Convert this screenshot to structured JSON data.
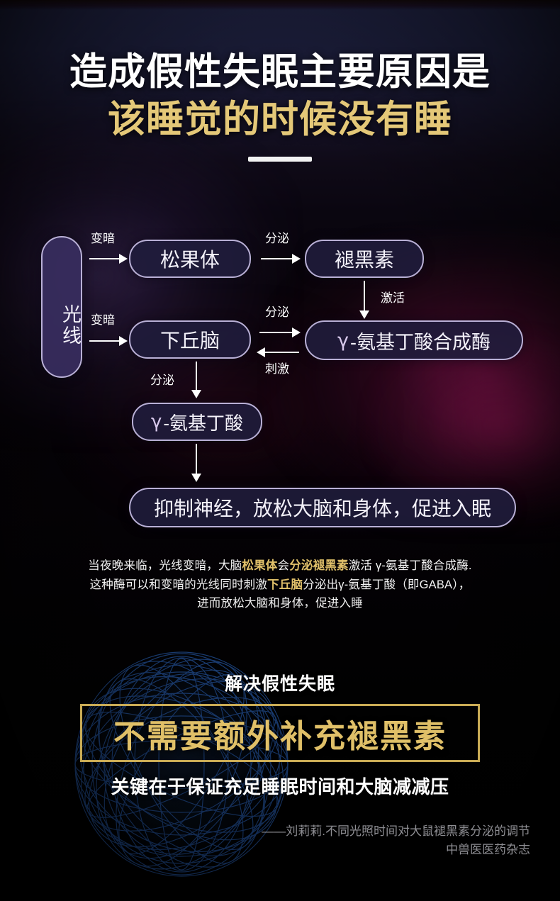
{
  "theme": {
    "accent_gold": "#e0c068",
    "gold_border": "#c9ab55",
    "title_white": "#ffffff",
    "node_border": "#b9b0d6",
    "node_fill": "#201c3c",
    "bg_top_navy": "#1e2140",
    "bg_magenta_glow": "#a81860",
    "bg_violet_glow": "#5c3e8a",
    "brain_wire": "#1b3f7a"
  },
  "title": {
    "line1": "造成假性失眠主要原因是",
    "line2": "该睡觉的时候没有睡"
  },
  "flowchart": {
    "nodes": {
      "light": "光线",
      "pineal": "松果体",
      "melatonin": "褪黑素",
      "hypothalamus": "下丘脑",
      "gaba_enzyme_gamma": "γ",
      "gaba_enzyme_rest": "-氨基丁酸合成酶",
      "gaba_gamma": "γ",
      "gaba_rest": "-氨基丁酸",
      "result": "抑制神经，放松大脑和身体，促进入眠"
    },
    "edge_labels": {
      "light_to_pineal": "变暗",
      "light_to_hypothalamus": "变暗",
      "pineal_to_melatonin": "分泌",
      "melatonin_to_enzyme": "激活",
      "hypothalamus_to_enzyme": "分泌",
      "enzyme_to_hypothalamus": "刺激",
      "hypothalamus_to_gaba": "分泌"
    }
  },
  "paragraph": {
    "l1_a": "当夜晚来临，光线变暗，大脑",
    "l1_b": "松果体",
    "l1_c": "会",
    "l1_d": "分泌褪黑素",
    "l1_e": "激活 γ-氨基丁酸合成酶.",
    "l2_a": "这种酶可以和变暗的光线同时刺激",
    "l2_b": "下丘脑",
    "l2_c": "分泌出γ-氨基丁酸（即GABA），",
    "l3": "进而放松大脑和身体，促进入睡"
  },
  "bottom": {
    "kicker": "解决假性失眠",
    "headline": "不需要额外补充褪黑素",
    "tagline": "关键在于保证充足睡眠时间和大脑减减压",
    "citation_line1": "——刘莉莉.不同光照时间对大鼠褪黑素分泌的调节",
    "citation_line2": "中兽医医药杂志"
  }
}
